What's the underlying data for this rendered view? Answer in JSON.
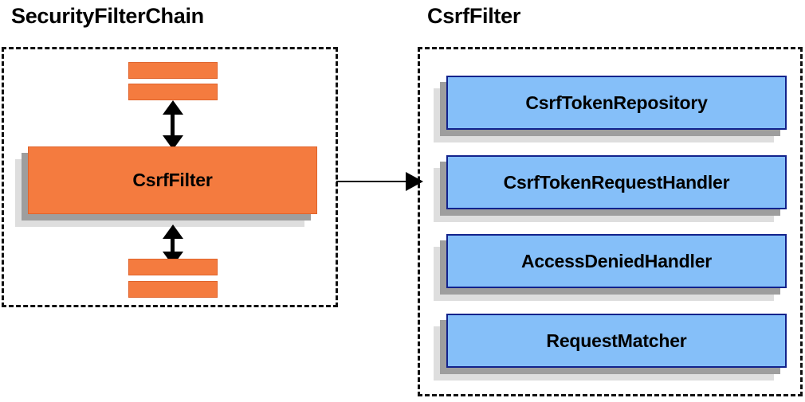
{
  "diagram": {
    "background_color": "#ffffff",
    "panels": [
      {
        "id": "security-filter-chain",
        "title": "SecurityFilterChain",
        "border_style": "dashed",
        "border_color": "#111111",
        "boxes": [
          {
            "label": "CsrfFilter",
            "fill_color": "#F47B3F",
            "border_color": "#E0632B",
            "shadow_dark": "#9e9e9e",
            "shadow_light": "#dedede"
          }
        ],
        "bars": [
          {
            "name": "filter-bar-top-1"
          },
          {
            "name": "filter-bar-top-2"
          },
          {
            "name": "filter-bar-bottom-1"
          },
          {
            "name": "filter-bar-bottom-2"
          }
        ],
        "connectors": [
          {
            "name": "arrow-top",
            "direction": "bidirectional-vertical"
          },
          {
            "name": "arrow-bottom",
            "direction": "bidirectional-vertical"
          }
        ]
      },
      {
        "id": "csrf-filter",
        "title": "CsrfFilter",
        "border_style": "dashed",
        "border_color": "#111111",
        "boxes": [
          {
            "label": "CsrfTokenRepository",
            "fill_color": "#85BFF9",
            "border_color": "#12228C",
            "shadow_dark": "#9e9e9e",
            "shadow_light": "#dedede"
          },
          {
            "label": "CsrfTokenRequestHandler",
            "fill_color": "#85BFF9",
            "border_color": "#12228C",
            "shadow_dark": "#9e9e9e",
            "shadow_light": "#dedede"
          },
          {
            "label": "AccessDeniedHandler",
            "fill_color": "#85BFF9",
            "border_color": "#12228C",
            "shadow_dark": "#9e9e9e",
            "shadow_light": "#dedede"
          },
          {
            "label": "RequestMatcher",
            "fill_color": "#85BFF9",
            "border_color": "#12228C",
            "shadow_dark": "#9e9e9e",
            "shadow_light": "#dedede"
          }
        ]
      }
    ],
    "cross_panel_connector": {
      "name": "csrf-filter-expansion-arrow",
      "direction": "right",
      "color": "#000000"
    }
  }
}
